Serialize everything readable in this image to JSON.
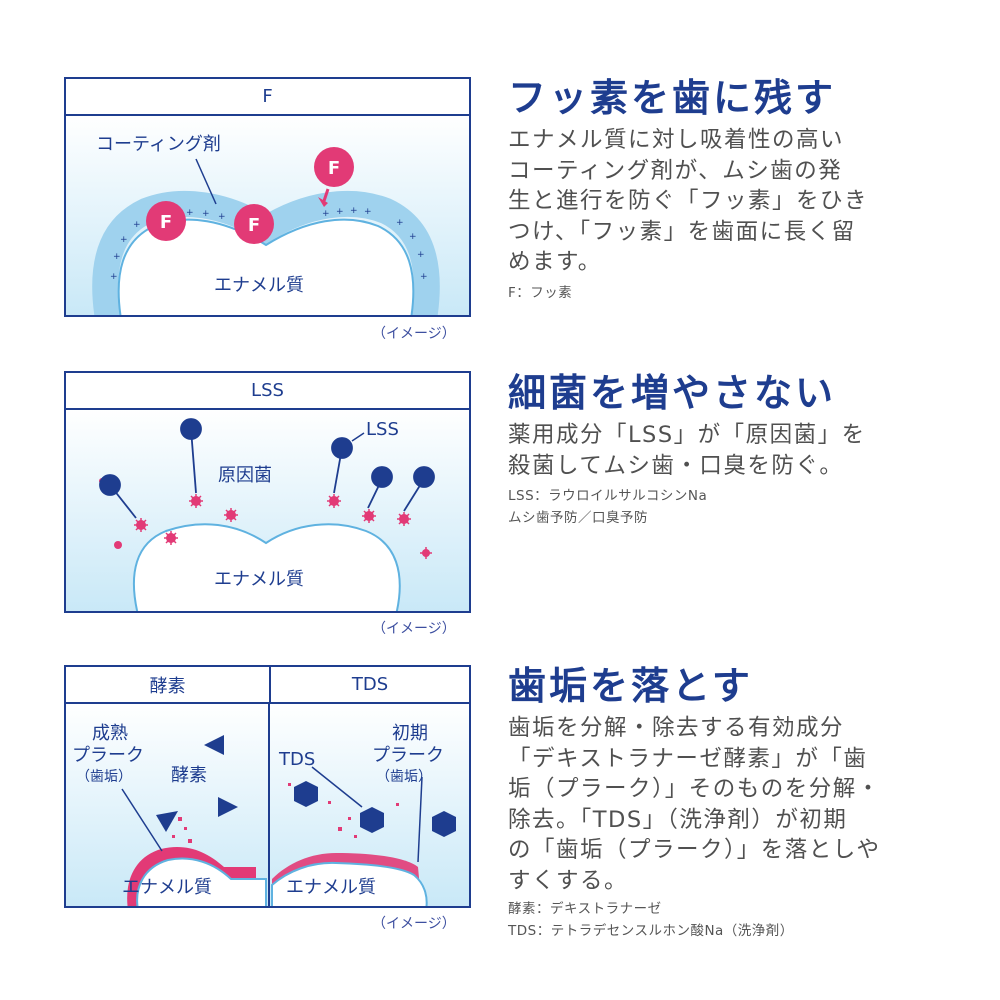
{
  "section1": {
    "panel_title": "F",
    "coating_label": "コーティング剤",
    "fluoride_symbol": "F",
    "enamel_label": "エナメル質",
    "image_note": "（イメージ）",
    "heading": "フッ素を歯に残す",
    "body_lines": [
      "エナメル質に対し吸着性の高い",
      "コーティング剤が、ムシ歯の発",
      "生と進行を防ぐ「フッ素」をひき",
      "つけ、「フッ素」を歯面に長く留",
      "めます。"
    ],
    "note": "F：フッ素"
  },
  "section2": {
    "panel_title": "LSS",
    "lss_label": "LSS",
    "bacteria_label": "原因菌",
    "enamel_label": "エナメル質",
    "image_note": "（イメージ）",
    "heading": "細菌を増やさない",
    "body_lines": [
      "薬用成分「LSS」が「原因菌」を",
      "殺菌してムシ歯・口臭を防ぐ。"
    ],
    "notes": [
      "LSS：ラウロイルサルコシンNa",
      "ムシ歯予防／口臭予防"
    ]
  },
  "section3": {
    "panel_title_left": "酵素",
    "panel_title_right": "TDS",
    "mature_plaque_lines": [
      "成熟",
      "プラーク",
      "（歯垢）"
    ],
    "enzyme_label": "酵素",
    "tds_label": "TDS",
    "early_plaque_lines": [
      "初期",
      "プラーク",
      "（歯垢）"
    ],
    "enamel_label_left": "エナメル質",
    "enamel_label_right": "エナメル質",
    "image_note": "（イメージ）",
    "heading": "歯垢を落とす",
    "body_lines": [
      "歯垢を分解・除去する有効成分",
      "「デキストラナーゼ酵素」が「歯",
      "垢（プラーク）」そのものを分解・",
      "除去。「TDS」（洗浄剤）が初期",
      "の「歯垢（プラーク）」を落としや",
      "すくする。"
    ],
    "notes": [
      "酵素：デキストラナーゼ",
      "TDS：テトラデセンスルホン酸Na（洗浄剤）"
    ]
  },
  "colors": {
    "navy": "#1e3d8f",
    "pink": "#e23a76",
    "light_blue": "#a9d8f0"
  }
}
